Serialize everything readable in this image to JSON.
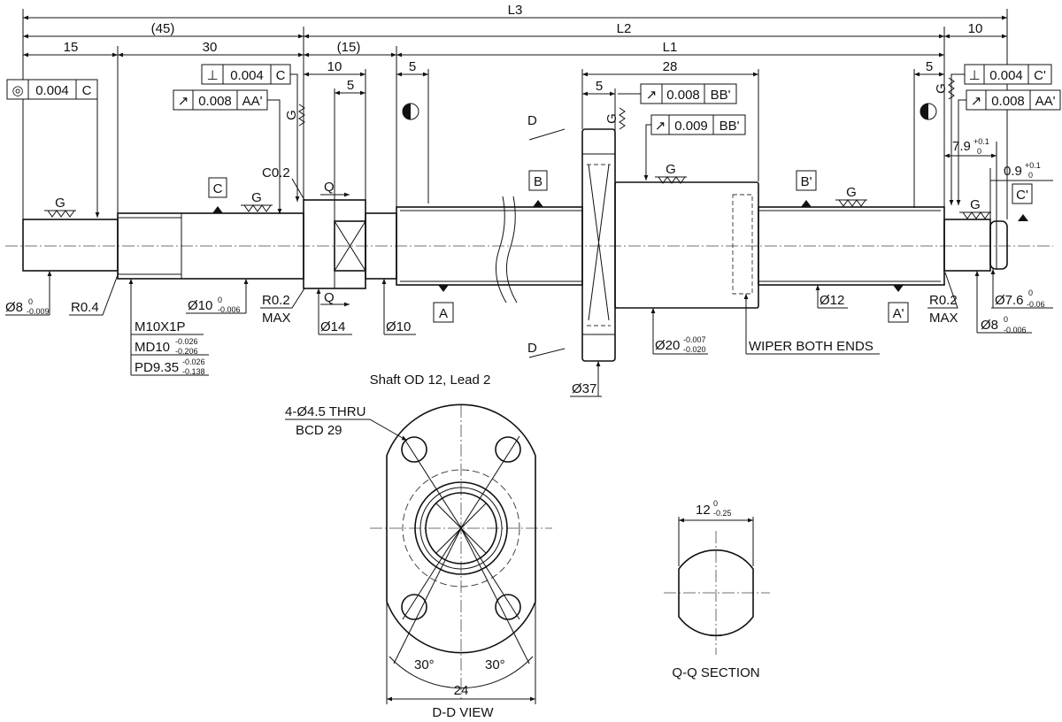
{
  "dims": {
    "L3": "L3",
    "p45": "(45)",
    "L2": "L2",
    "ten_r": "10",
    "fifteen": "15",
    "thirty": "30",
    "p15": "(15)",
    "L1": "L1",
    "ten_q": "10",
    "five_a": "5",
    "five_b": "5",
    "twentyeight": "28",
    "five_c": "5",
    "five_d": "5",
    "ten_thr": "10",
    "c02": "C0.2",
    "q_top": "Q",
    "q_bot": "Q",
    "d8": "Ø8",
    "d8_tol_up": "0",
    "d8_tol_lo": "-0.009",
    "r04": "R0.4",
    "m10": "M10X1P",
    "md10": "MD10",
    "md10_up": "-0.026",
    "md10_lo": "-0.206",
    "pd935": "PD9.35",
    "pd_up": "-0.026",
    "pd_lo": "-0.138",
    "d10a": "Ø10",
    "d10a_up": "0",
    "d10a_lo": "-0.006",
    "r02a": "R0.2",
    "maxa": "MAX",
    "d14": "Ø14",
    "d10b": "Ø10",
    "d37": "Ø37",
    "d20": "Ø20",
    "d20_up": "-0.007",
    "d20_lo": "-0.020",
    "wiper": "WIPER BOTH ENDS",
    "d12": "Ø12",
    "r02b": "R0.2",
    "maxb": "MAX",
    "d76": "Ø7.6",
    "d76_up": "0",
    "d76_lo": "-0.06",
    "d8b": "Ø8",
    "d8b_up": "0",
    "d8b_lo": "-0.006",
    "d79": "7.9",
    "d79_up": "+0.1",
    "d79_lo": "0",
    "d09": "0.9",
    "d09_up": "+0.1",
    "d09_lo": "0",
    "holes": "4-Ø4.5 THRU",
    "bcd": "BCD 29",
    "a30l": "30°",
    "a30r": "30°",
    "w24": "24",
    "ddview": "D-D VIEW",
    "w12": "12",
    "w12_up": "0",
    "w12_lo": "-0.25",
    "qqsec": "Q-Q SECTION",
    "caption": "Shaft OD 12, Lead 2"
  },
  "gdt": [
    {
      "sym": "◎",
      "val": "0.004",
      "ref": "C"
    },
    {
      "sym": "⊥",
      "val": "0.004",
      "ref": "C"
    },
    {
      "sym": "↗",
      "val": "0.008",
      "ref": "AA'"
    },
    {
      "sym": "↗",
      "val": "0.008",
      "ref": "BB'"
    },
    {
      "sym": "↗",
      "val": "0.009",
      "ref": "BB'"
    },
    {
      "sym": "⊥",
      "val": "0.004",
      "ref": "C'"
    },
    {
      "sym": "↗",
      "val": "0.008",
      "ref": "AA'"
    }
  ],
  "datums": {
    "A": "A",
    "B": "B",
    "C": "C",
    "Ap": "A'",
    "Bp": "B'",
    "Cp": "C'"
  },
  "marks": {
    "g": "G",
    "d": "D"
  }
}
